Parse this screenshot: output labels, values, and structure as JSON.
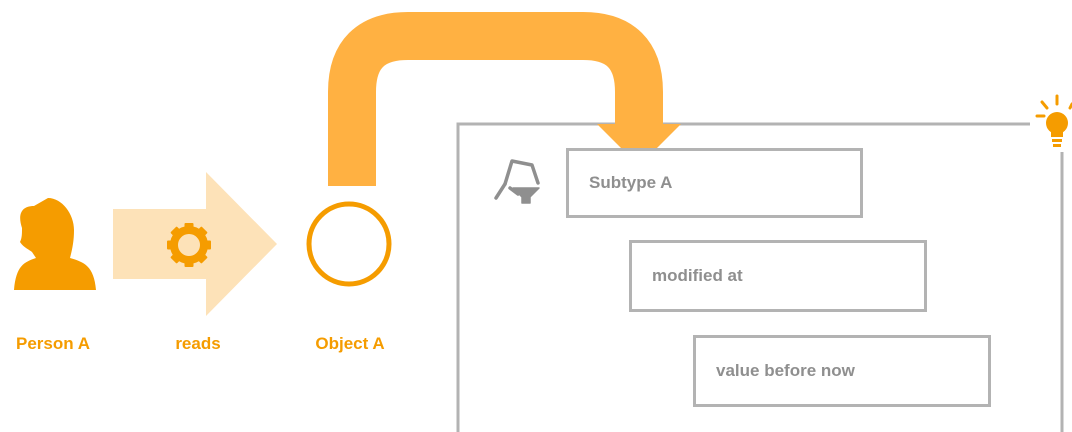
{
  "colors": {
    "accent": "#f59c00",
    "arrow": "#ffb142",
    "arrow_light": "#fde2b8",
    "gray": "#b3b3b3",
    "text_gray": "#8f8f8f"
  },
  "actor": {
    "label": "Person A",
    "icon": "person-icon"
  },
  "action": {
    "label": "reads",
    "icon": "gear-icon"
  },
  "object": {
    "label": "Object A",
    "icon": "circle-icon"
  },
  "rule_panel": {
    "icon": "filter-icon",
    "corner_icon": "lightbulb-icon",
    "conditions": [
      "Subtype A",
      "modified at",
      "value before now"
    ]
  }
}
